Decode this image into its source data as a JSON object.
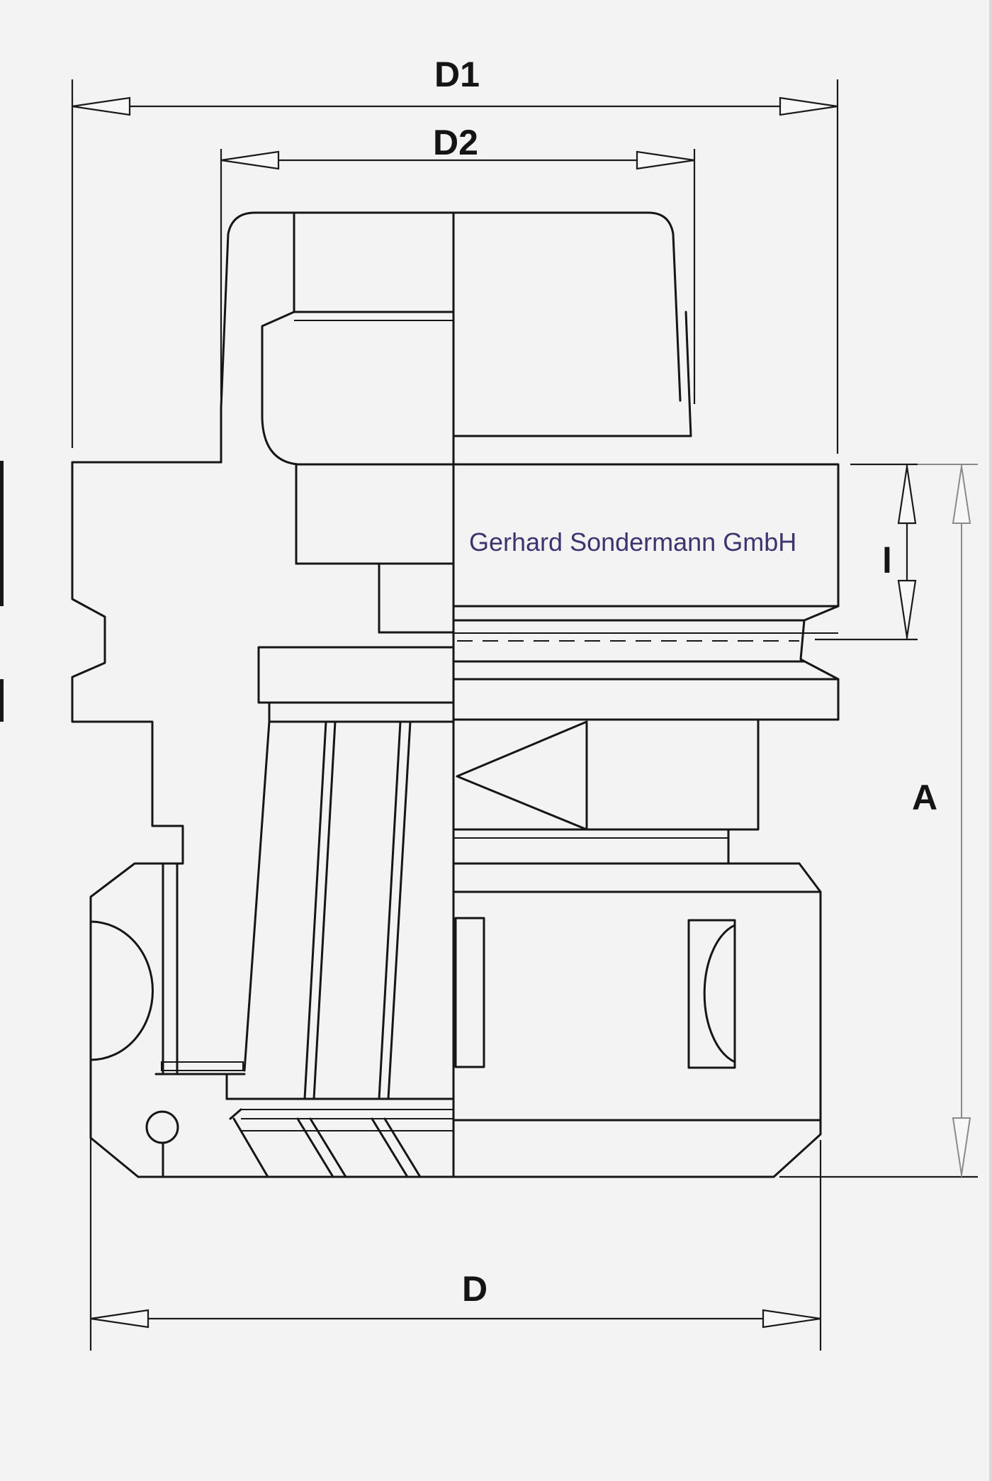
{
  "labels": {
    "d1": "D1",
    "d2": "D2",
    "d": "D",
    "a": "A",
    "l": "l"
  },
  "watermark": "Gerhard Sondermann GmbH",
  "colors": {
    "background": "#f3f3f3",
    "line": "#161616",
    "dimension_gray": "#8a8a8a",
    "watermark": "#3d3570"
  }
}
